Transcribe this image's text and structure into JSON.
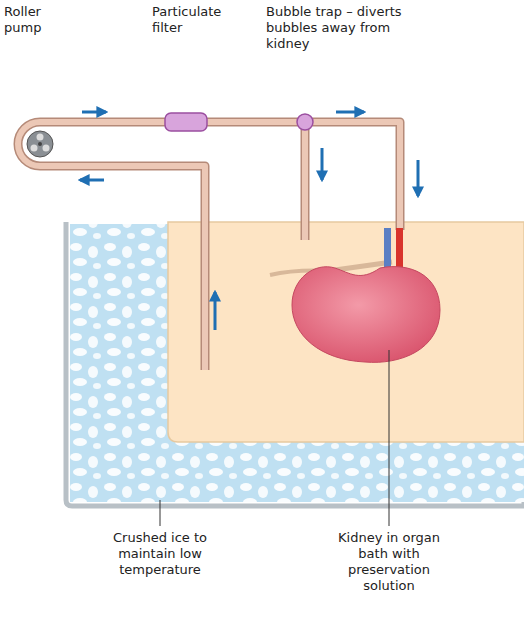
{
  "diagram": {
    "labels": [
      "Roller pump",
      "Particulate filter",
      "Bubble trap – diverts bubbles away from kidney",
      "Crushed ice to maintain low temperature",
      "Kidney in organ bath with preservation solution"
    ]
  }
}
